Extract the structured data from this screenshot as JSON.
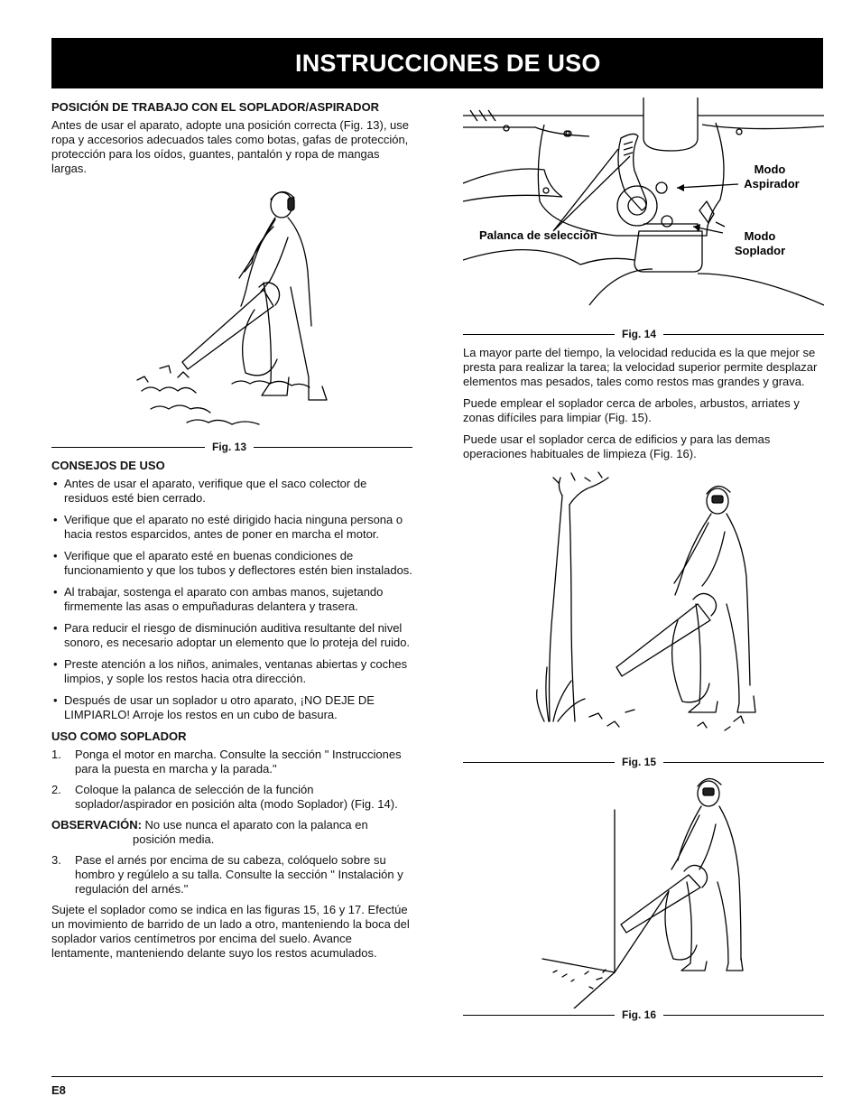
{
  "header": {
    "title": "INSTRUCCIONES DE USO"
  },
  "left": {
    "position_heading": "POSICIÓN DE TRABAJO CON EL SOPLADOR/ASPIRADOR",
    "position_text": "Antes de usar el aparato, adopte una posición correcta (Fig. 13), use ropa y accesorios adecuados tales como botas, gafas de protección, protección para los oídos, guantes, pantalón y ropa de mangas largas.",
    "fig13_caption": "Fig. 13",
    "tips_heading": "CONSEJOS DE USO",
    "tips": [
      "Antes de usar el aparato, verifique que el saco colector de residuos esté bien cerrado.",
      "Verifique que el aparato no esté dirigido hacia ninguna persona o hacia restos esparcidos, antes de poner en marcha el motor.",
      "Verifique que el aparato esté en buenas condiciones de funcionamiento y que los tubos y deflectores estén bien instalados.",
      "Al trabajar, sostenga el aparato con ambas manos, sujetando firmemente las asas o empuñaduras delantera y trasera.",
      "Para reducir el riesgo de disminución auditiva resultante del nivel sonoro, es necesario adoptar un elemento que lo proteja del ruido.",
      "Preste atención a los niños, animales, ventanas abiertas y coches limpios, y sople los restos hacia otra dirección.",
      "Después de usar un soplador u otro aparato, ¡NO DEJE DE LIMPIARLO! Arroje los restos en un cubo de basura."
    ],
    "blower_heading": "USO COMO SOPLADOR",
    "steps": [
      {
        "num": "1.",
        "text": "Ponga el motor en marcha. Consulte la sección \" Instrucciones para la puesta en marcha y la parada.\""
      },
      {
        "num": "2.",
        "text": "Coloque la palanca de selección de la función soplador/aspirador en posición alta (modo Soplador) (Fig. 14)."
      }
    ],
    "obs_label": "OBSERVACIÓN:",
    "obs_text": "No use nunca el aparato con la palanca en",
    "obs_text2": "posición media.",
    "step3": {
      "num": "3.",
      "text": "Pase el arnés por encima de su cabeza, colóquelo sobre su hombro y regúlelo a su talla. Consulte la sección \" Instalación y regulación del arnés.\""
    },
    "final_text": "Sujete el soplador como se indica en las figuras 15, 16 y 17. Efectúe un movimiento de barrido de un lado a otro, manteniendo la boca del soplador varios centímetros por encima del suelo. Avance lentamente, manteniendo delante suyo los restos acumulados."
  },
  "right": {
    "fig14": {
      "label_vacuum_1": "Modo",
      "label_vacuum_2": "Aspirador",
      "label_blower_1": "Modo",
      "label_blower_2": "Soplador",
      "label_lever": "Palanca de selección",
      "caption": "Fig. 14"
    },
    "para1": "La mayor parte del tiempo, la velocidad reducida es la que mejor se presta para realizar la tarea; la velocidad superior permite desplazar elementos mas pesados, tales como restos mas grandes y grava.",
    "para2": "Puede emplear el soplador cerca de arboles, arbustos, arriates y zonas difíciles para limpiar (Fig. 15).",
    "para3": "Puede usar el soplador cerca de edificios y para las demas operaciones habituales de limpieza (Fig. 16).",
    "fig15_caption": "Fig. 15",
    "fig16_caption": "Fig. 16"
  },
  "footer": {
    "page": "E8"
  }
}
